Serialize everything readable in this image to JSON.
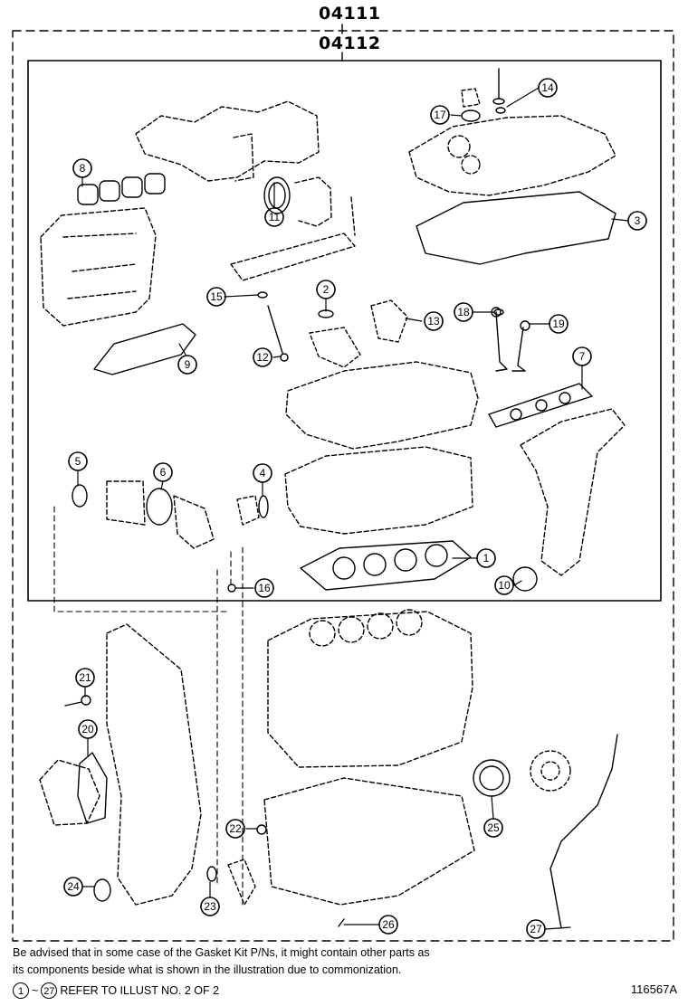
{
  "codes": {
    "outer": "04111",
    "inner": "04112"
  },
  "callouts": [
    "1",
    "2",
    "3",
    "4",
    "5",
    "6",
    "7",
    "8",
    "9",
    "10",
    "11",
    "12",
    "13",
    "14",
    "15",
    "16",
    "17",
    "18",
    "19",
    "20",
    "21",
    "22",
    "23",
    "24",
    "25",
    "26",
    "27"
  ],
  "note": {
    "line1": "Be advised that in some case of the Gasket Kit P/Ns,  it might contain other parts as",
    "line2": "its components beside what is shown in the illustration due to commonization.",
    "ref_from": "1",
    "tilde": "~",
    "ref_to": "27",
    "ref_text": "REFER TO ILLUST NO. 2 OF 2"
  },
  "figure_id": "116567A"
}
